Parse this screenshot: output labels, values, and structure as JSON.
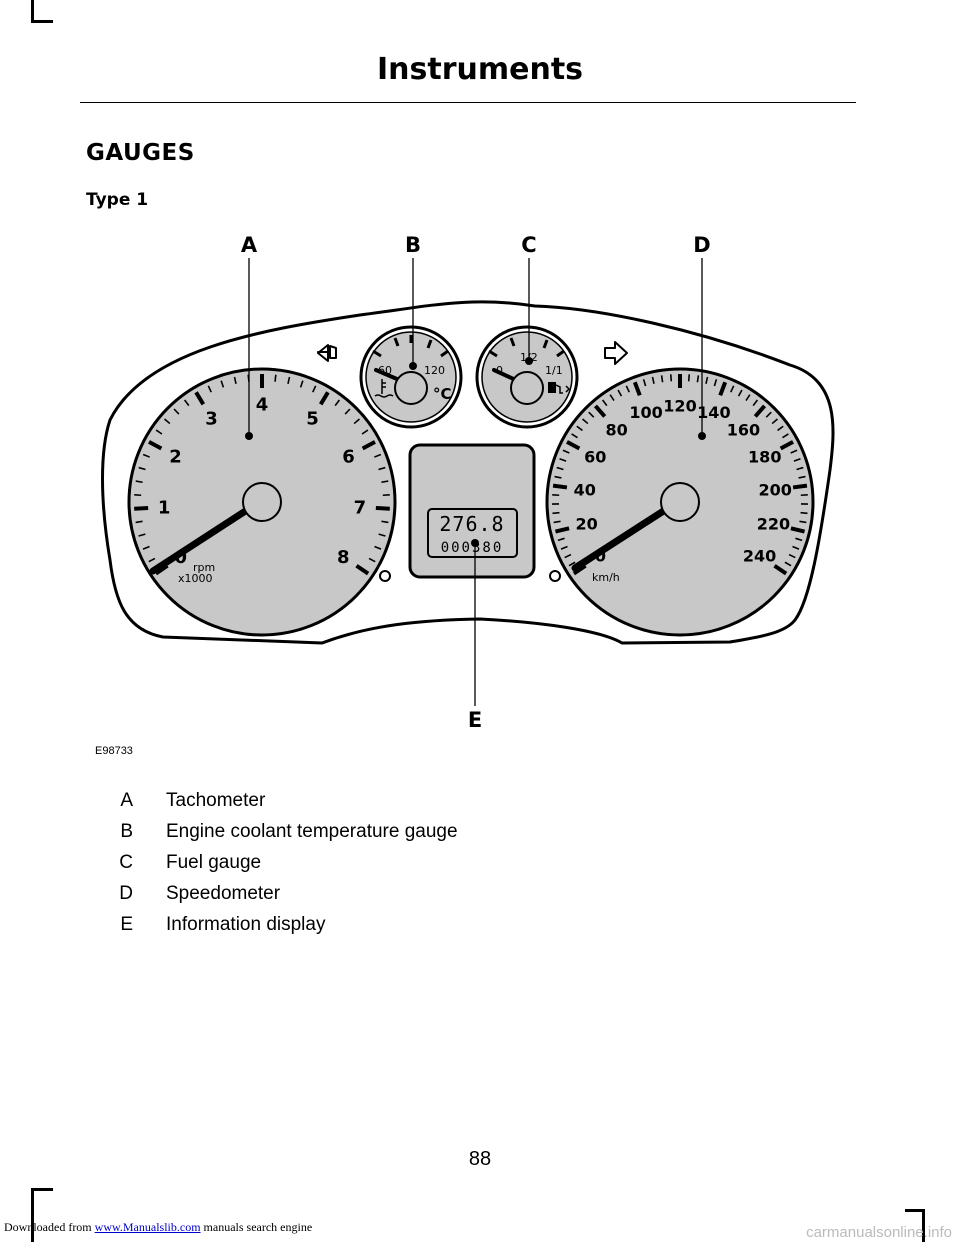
{
  "header": {
    "title": "Instruments"
  },
  "section_title": "GAUGES",
  "subsection_title": "Type 1",
  "figure": {
    "callouts": [
      "A",
      "B",
      "C",
      "D",
      "E"
    ],
    "figure_code": "E98733",
    "tachometer": {
      "scale": [
        "0",
        "1",
        "2",
        "3",
        "4",
        "5",
        "6",
        "7",
        "8"
      ],
      "unit_line1": "rpm",
      "unit_line2": "x1000"
    },
    "temperature_gauge": {
      "scale_low": "60",
      "scale_high": "120",
      "unit": "°C"
    },
    "fuel_gauge": {
      "scale_empty": "0",
      "scale_half": "1/2",
      "scale_full": "1/1"
    },
    "speedometer": {
      "scale": [
        "0",
        "20",
        "40",
        "60",
        "80",
        "100",
        "120",
        "140",
        "160",
        "180",
        "200",
        "220",
        "240"
      ],
      "unit": "km/h"
    },
    "display": {
      "trip": "276.8",
      "odometer": "000380"
    }
  },
  "legend": [
    {
      "letter": "A",
      "label": "Tachometer"
    },
    {
      "letter": "B",
      "label": "Engine coolant temperature gauge"
    },
    {
      "letter": "C",
      "label": "Fuel gauge"
    },
    {
      "letter": "D",
      "label": "Speedometer"
    },
    {
      "letter": "E",
      "label": "Information display"
    }
  ],
  "page_number": "88",
  "footer": {
    "prefix": "Downloaded from ",
    "link_text": "www.Manualslib.com",
    "suffix": " manuals search engine"
  },
  "watermark": "carmanualsonline.info"
}
